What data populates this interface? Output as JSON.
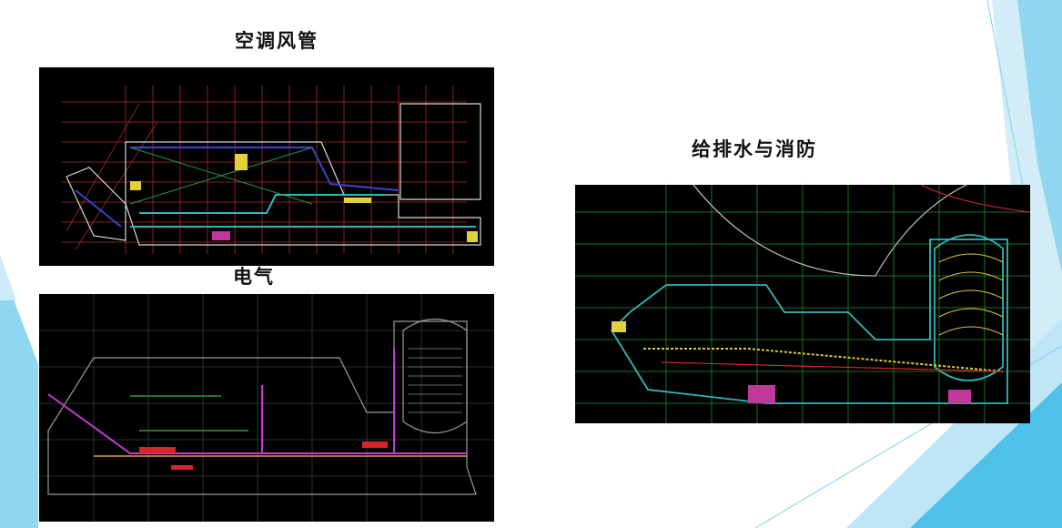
{
  "slide": {
    "captions": {
      "hvac_ducts": "空调风管",
      "electrical": "电气",
      "plumbing_fire": "给排水与消防"
    },
    "colors": {
      "background": "#ffffff",
      "accent_light": "#cdeaf7",
      "accent_mid": "#7fd0ef",
      "accent_dark": "#3bb4e3",
      "drawing_background": "#000000"
    }
  }
}
